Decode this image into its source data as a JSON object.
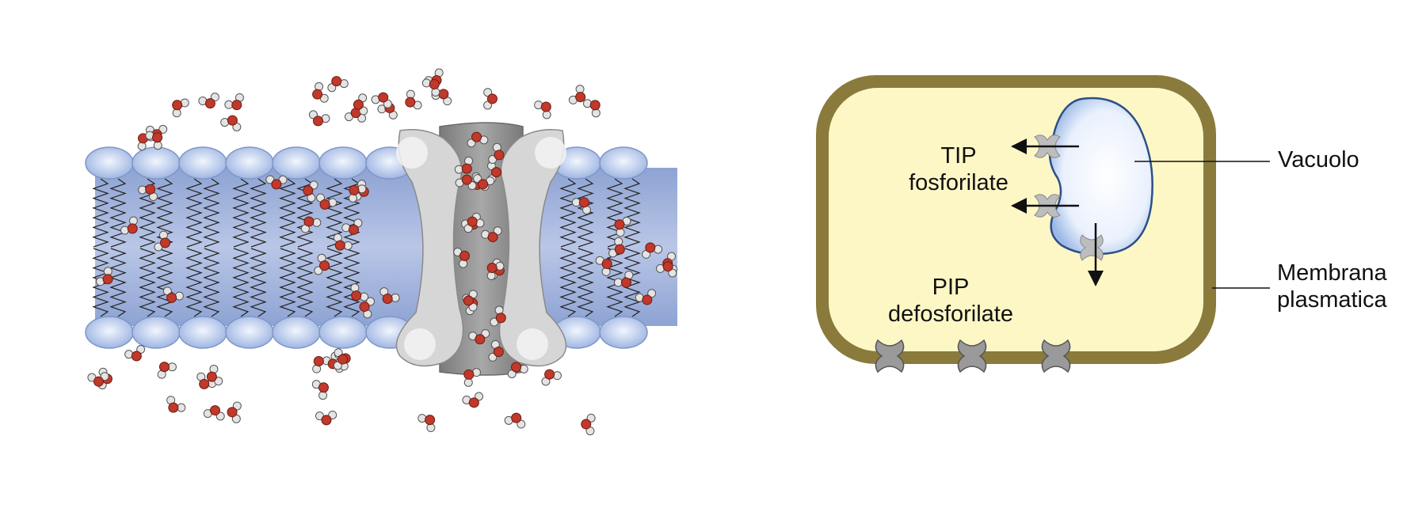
{
  "colors": {
    "head_fill": "#b5c9ec",
    "head_stroke": "#7f97c6",
    "bilayer_fill": "#a6b6dc",
    "oxygen": "#c0392b",
    "hydrogen": "#e4e4e4",
    "channel_outer": "#d2d2d2",
    "channel_inner": "#8f8f8f",
    "cell_wall": "#8a7a3c",
    "cytoplasm": "#fdf7c6",
    "vacuole_fill": "#e8f0fc",
    "vacuole_stroke": "#2c4f86",
    "aquaporin": "#9a9a9a"
  },
  "labels": {
    "tip_line1": "TIP",
    "tip_line2": "fosforilate",
    "pip_line1": "PIP",
    "pip_line2": "defosforilate",
    "vacuole": "Vacuolo",
    "membrane_line1": "Membrana",
    "membrane_line2": "plasmatica"
  },
  "icons": {
    "water_molecule": "water-molecule-icon",
    "aquaporin": "aquaporin-icon"
  }
}
